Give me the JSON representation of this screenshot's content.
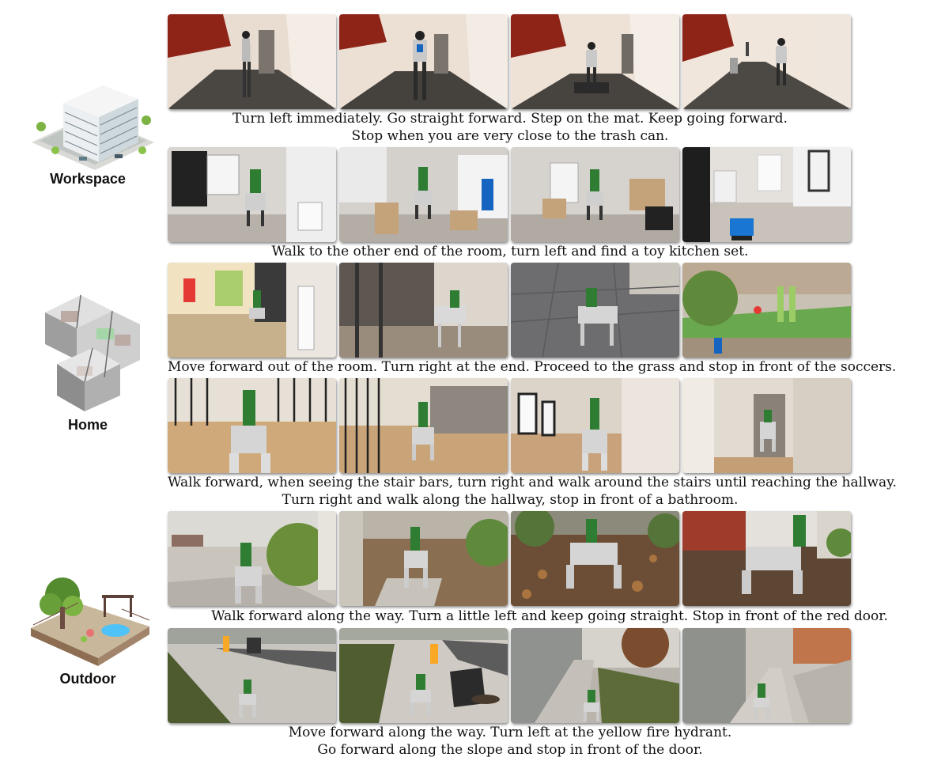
{
  "categories": [
    {
      "label": "Workspace",
      "icon": "office-building-icon"
    },
    {
      "label": "Home",
      "icon": "house-floorplan-icon"
    },
    {
      "label": "Outdoor",
      "icon": "garden-patio-icon"
    }
  ],
  "episodes": [
    {
      "scene": "office-corridor",
      "robot": "humanoid",
      "lines": [
        "Turn left immediately. Go straight forward. Step on the mat. Keep going forward.",
        "Stop when you are very close to the trash can."
      ]
    },
    {
      "scene": "cluttered-lab",
      "robot": "quadruped",
      "lines": [
        "Walk to the other end of the room, turn left and find a toy kitchen set."
      ]
    },
    {
      "scene": "room-to-garden",
      "robot": "quadruped",
      "lines": [
        "Move forward out of the room. Turn right at the end. Proceed to the grass and stop in front of the soccers."
      ]
    },
    {
      "scene": "stairs-hallway",
      "robot": "quadruped",
      "lines": [
        "Walk forward, when seeing the stair bars, turn right and walk around the stairs until reaching the hallway.",
        "Turn right and walk along the hallway, stop in front of a bathroom."
      ]
    },
    {
      "scene": "garden-path",
      "robot": "quadruped",
      "lines": [
        "Walk forward along the way. Turn a little left and keep going straight. Stop in front of the red door."
      ]
    },
    {
      "scene": "sidewalk",
      "robot": "quadruped",
      "lines": [
        "Move forward along the way. Turn left at the yellow fire hydrant.",
        "Go forward along the slope and stop in front of the door."
      ]
    }
  ]
}
